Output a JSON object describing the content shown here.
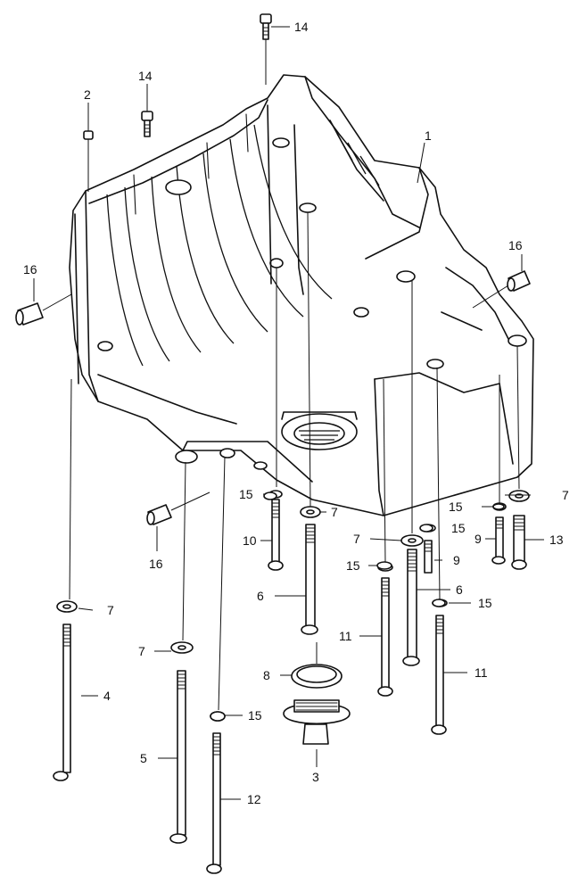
{
  "diagram": {
    "part_numbers": [
      "1",
      "2",
      "3",
      "4",
      "5",
      "6",
      "7",
      "8",
      "9",
      "10",
      "11",
      "12",
      "13",
      "14",
      "15",
      "16"
    ],
    "callouts": [
      {
        "id": "c14a",
        "label": "14"
      },
      {
        "id": "c14b",
        "label": "14"
      },
      {
        "id": "c2",
        "label": "2"
      },
      {
        "id": "c1",
        "label": "1"
      },
      {
        "id": "c16a",
        "label": "16"
      },
      {
        "id": "c16b",
        "label": "16"
      },
      {
        "id": "c16c",
        "label": "16"
      },
      {
        "id": "c7a",
        "label": "7"
      },
      {
        "id": "c7b",
        "label": "7"
      },
      {
        "id": "c7c",
        "label": "7"
      },
      {
        "id": "c7d",
        "label": "7"
      },
      {
        "id": "c7e",
        "label": "7"
      },
      {
        "id": "c15a",
        "label": "15"
      },
      {
        "id": "c15b",
        "label": "15"
      },
      {
        "id": "c15c",
        "label": "15"
      },
      {
        "id": "c15d",
        "label": "15"
      },
      {
        "id": "c15e",
        "label": "15"
      },
      {
        "id": "c15f",
        "label": "15"
      },
      {
        "id": "c10",
        "label": "10"
      },
      {
        "id": "c9a",
        "label": "9"
      },
      {
        "id": "c9b",
        "label": "9"
      },
      {
        "id": "c13",
        "label": "13"
      },
      {
        "id": "c6a",
        "label": "6"
      },
      {
        "id": "c6b",
        "label": "6"
      },
      {
        "id": "c11a",
        "label": "11"
      },
      {
        "id": "c11b",
        "label": "11"
      },
      {
        "id": "c4",
        "label": "4"
      },
      {
        "id": "c5",
        "label": "5"
      },
      {
        "id": "c12",
        "label": "12"
      },
      {
        "id": "c8",
        "label": "8"
      },
      {
        "id": "c3",
        "label": "3"
      }
    ]
  }
}
